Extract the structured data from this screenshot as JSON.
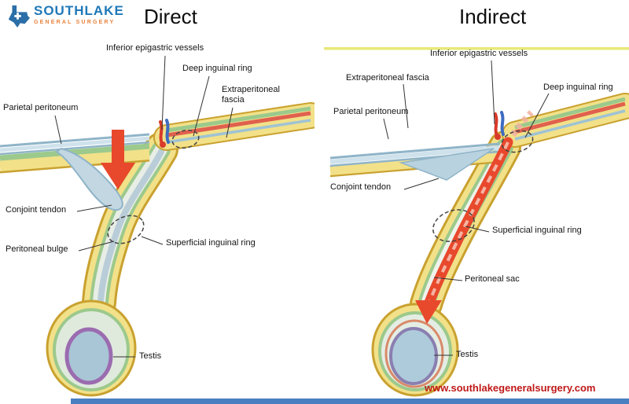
{
  "logo": {
    "name": "SOUTHLAKE",
    "subtitle": "GENERAL SURGERY"
  },
  "direct": {
    "title": "Direct",
    "labels": {
      "inferior_epigastric_vessels": "Inferior epigastric vessels",
      "deep_inguinal_ring": "Deep inguinal ring",
      "extraperitoneal_fascia": "Extraperitoneal fascia",
      "parietal_peritoneum": "Parietal peritoneum",
      "conjoint_tendon": "Conjoint tendon",
      "peritoneal_bulge": "Peritoneal bulge",
      "superficial_inguinal_ring": "Superficial inguinal ring",
      "testis": "Testis"
    }
  },
  "indirect": {
    "title": "Indirect",
    "labels": {
      "inferior_epigastric_vessels": "Inferior epigastric vessels",
      "extraperitoneal_fascia": "Extraperitoneal fascia",
      "parietal_peritoneum": "Parietal peritoneum",
      "deep_inguinal_ring": "Deep inguinal ring",
      "conjoint_tendon": "Conjoint tendon",
      "superficial_inguinal_ring": "Superficial inguinal ring",
      "peritoneal_sac": "Peritoneal sac",
      "testis": "Testis"
    }
  },
  "footer": {
    "website": "www.southlakegeneralsurgery.com"
  },
  "colors": {
    "fascia_yellow": "#f2e189",
    "fascia_outline": "#c9a12f",
    "muscle_red": "#e0604e",
    "peritoneum_blue": "#cfe2ec",
    "peritoneum_line": "#8fb4c8",
    "green_layer": "#9cc98c",
    "testis_fill": "#a9c6d6",
    "testis_ring_purple": "#9b6cb0",
    "hernia_arrow_red": "#e8492c",
    "vessel_red": "#d93a2a",
    "vessel_blue": "#3f6cc0",
    "logo_blue": "#1f78b8",
    "logo_orange": "#e8833c",
    "website_red": "#c01818",
    "top_rule_yellow": "#e8e87a"
  }
}
